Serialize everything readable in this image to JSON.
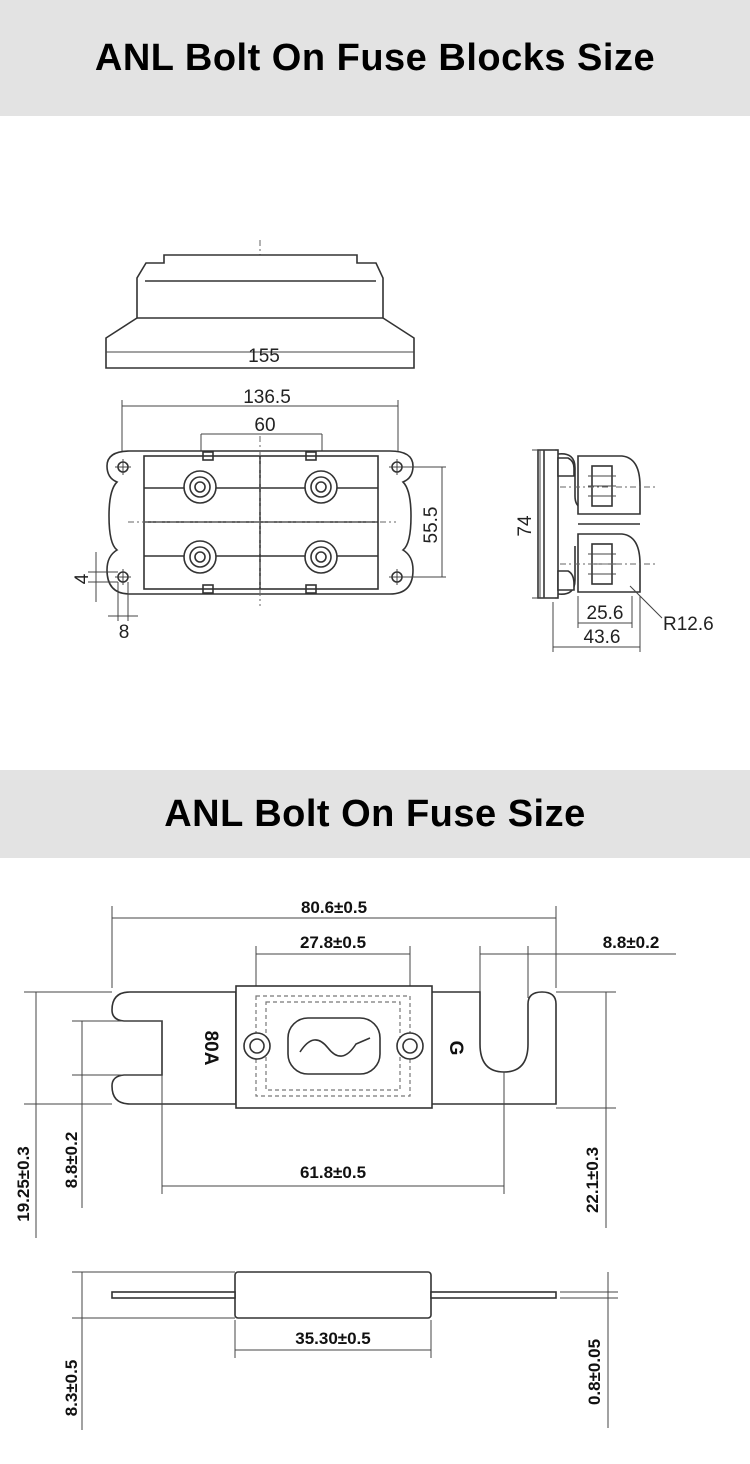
{
  "block_section": {
    "title": "ANL Bolt On Fuse Blocks Size",
    "dims": {
      "width_overall": "155",
      "hole_span": "136.5",
      "inner_span": "60",
      "height_span": "55.5",
      "hole_dia": "4",
      "hole_pitch": "8",
      "side_height": "74",
      "side_depth_inner": "25.6",
      "side_depth_overall": "43.6",
      "radius": "R12.6"
    }
  },
  "fuse_section": {
    "title": "ANL Bolt On Fuse Size",
    "dims": {
      "length": "80.6±0.5",
      "body_length": "27.8±0.5",
      "slot_width": "8.8±0.2",
      "hole_pitch": "61.8±0.5",
      "tab_height": "19.25±0.3",
      "slot_height": "8.8±0.2",
      "body_height": "22.1±0.3",
      "side_body_length": "35.30±0.5",
      "thickness": "8.3±0.5",
      "tab_thickness": "0.8±0.05"
    },
    "markings": {
      "rating": "80A",
      "letter": "G"
    }
  }
}
